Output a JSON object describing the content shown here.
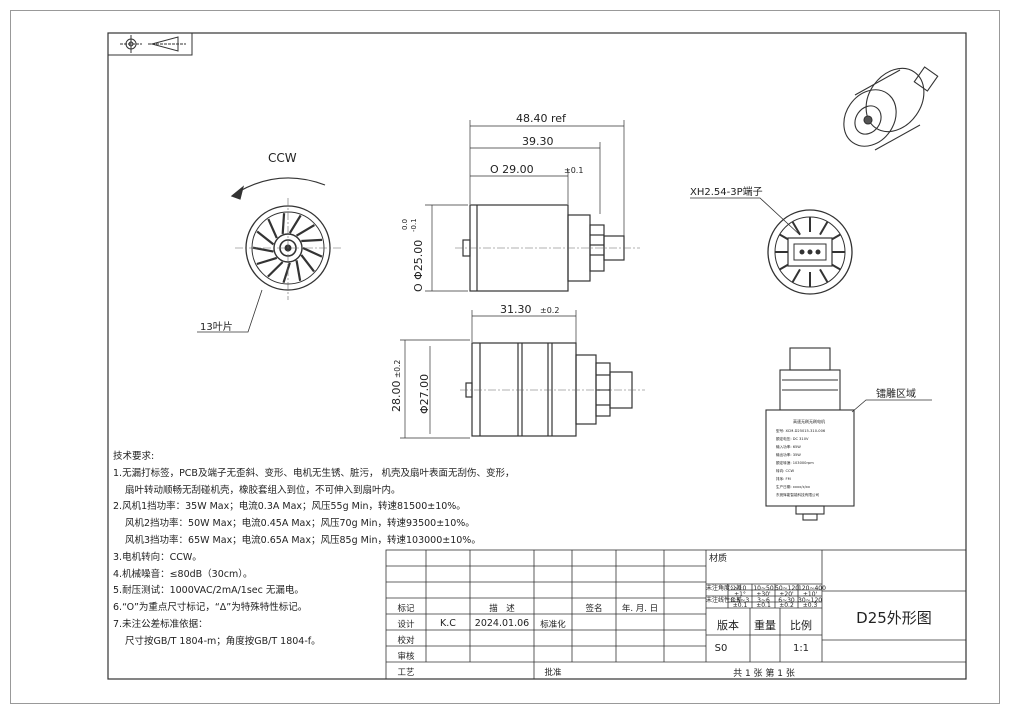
{
  "views": {
    "rotation": "CCW",
    "blade_note": "13叶片",
    "connector_note": "XH2.54-3P端子",
    "engraving_note": "镭雕区域"
  },
  "dims": {
    "overall": "48.40 ref",
    "body_len": "39.30",
    "body_len2_main": "O 29.00",
    "body_len2_tol": "±0.1",
    "dia_main": "O Φ25.00",
    "dia_tol_top": "0.0",
    "dia_tol_bot": "-0.1",
    "len_bottom_main": "31.30",
    "len_bottom_tol": "±0.2",
    "height_main": "28.00",
    "height_tol": "±0.2",
    "dia_27": "Φ27.00"
  },
  "label_plate": {
    "title": "高速无刷无刷电机",
    "lines": [
      "型号: XCM-D25015-310-006",
      "额定电压: DC 310V",
      "输入功率: 65W",
      "输出功率: 35W",
      "额定转速: 103000rpm",
      "转向: CCW",
      "排序: FM",
      "生产日期: xxxx/x/xx",
      "东莞辉能智能科技有限公司"
    ]
  },
  "requirements": {
    "heading": "技术要求:",
    "lines": [
      "1.无漏打标签，PCB及端子无歪斜、变形、电机无生锈、脏污， 机壳及扇叶表面无刮伤、变形，",
      "扇叶转动顺畅无刮碰机壳，橡胶套组入到位，不可伸入到扇叶内。",
      "2.风机1挡功率：35W Max；电流0.3A Max；风压55g Min，转速81500±10%。",
      "风机2挡功率：50W Max；电流0.45A Max；风压70g Min，转速93500±10%。",
      "风机3挡功率：65W Max；电流0.65A Max；风压85g Min，转速103000±10%。",
      "3.电机转向：CCW。",
      "4.机械噪音：≤80dB（30cm）。",
      "5.耐压测试：1000VAC/2mA/1sec 无漏电。",
      "6.“O”为重点尺寸标记，“Δ”为特殊特性标记。",
      "7.未注公差标准依据：",
      "尺寸按GB/T 1804-m；角度按GB/T 1804-f。"
    ]
  },
  "title_block": {
    "material_label": "材质",
    "rows": {
      "biaoji": "标记",
      "miaoshu": "描　述",
      "qianming": "签名",
      "date_hdr": "年. 月. 日",
      "sheji": "设计",
      "designer": "K.C",
      "date": "2024.01.06",
      "standard": "标准化",
      "jiaodui": "校对",
      "shenhe": "审核",
      "gongyi": "工艺",
      "pizhun": "批准"
    },
    "tol_table": {
      "angle_hdr": "未注角度公差",
      "angle_ranges": [
        "~10",
        "10~50",
        "50~120",
        "120~400"
      ],
      "angle_vals": [
        "±1°",
        "±30'",
        "±20'",
        "±10'"
      ],
      "linear_hdr": "未注线性公差",
      "linear_ranges": [
        "0.5~3",
        "3~6",
        "6~30",
        "30~120"
      ],
      "linear_vals": [
        "±0.1",
        "±0.1",
        "±0.2",
        "±0.3"
      ]
    },
    "version_label": "版本",
    "weight_label": "重量",
    "scale_label": "比例",
    "version": "S0",
    "scale": "1:1",
    "sheets": "共 1 张 第 1 张",
    "drawing_title": "D25外形图"
  }
}
